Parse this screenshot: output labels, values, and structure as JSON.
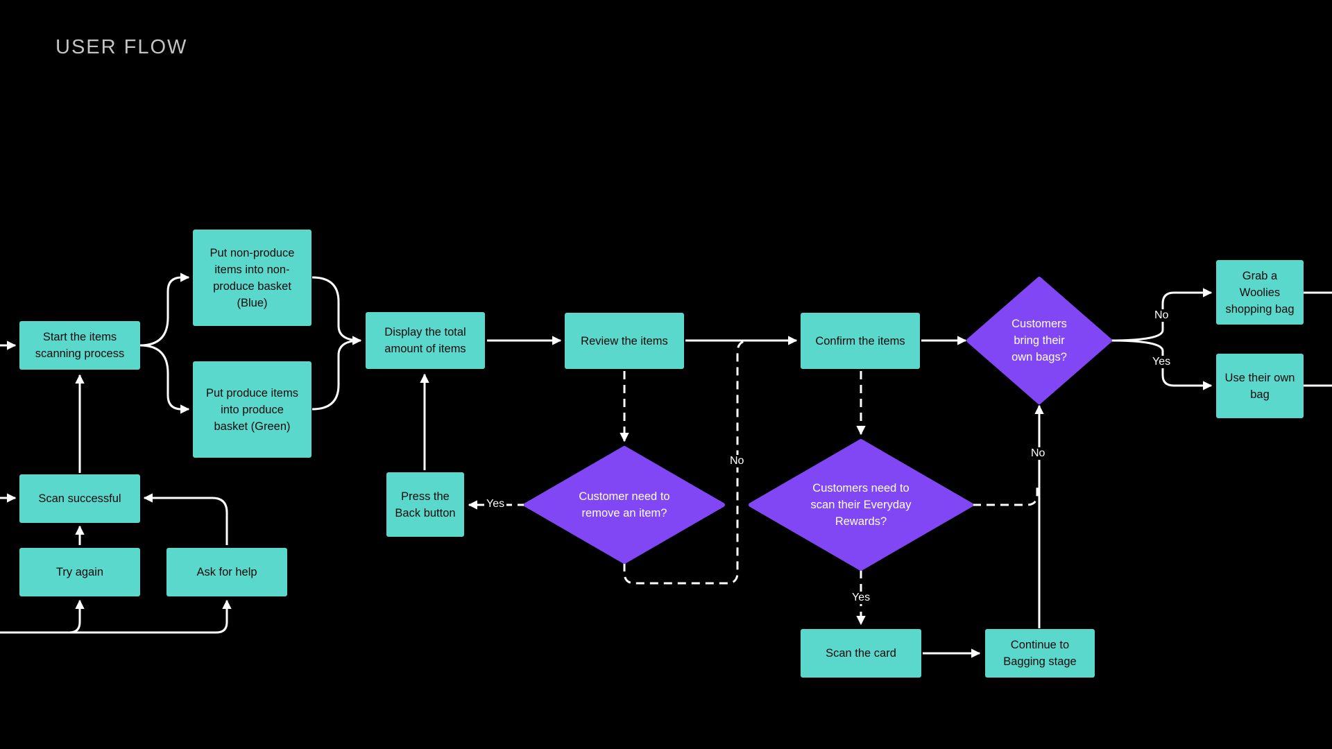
{
  "page": {
    "title": "USER FLOW"
  },
  "colors": {
    "process": "#5ad8cc",
    "decision": "#8247f5",
    "connector": "#ffffff",
    "background": "#000000"
  },
  "nodes": {
    "start_scanning": "Start the items scanning process",
    "scan_successful": "Scan successful",
    "try_again": "Try again",
    "ask_for_help": "Ask for help",
    "non_produce_basket": "Put non-produce items into non-produce basket (Blue)",
    "produce_basket": "Put produce items into produce basket (Green)",
    "display_total": "Display the total amount of items",
    "press_back": "Press the Back button",
    "review_items": "Review the items",
    "confirm_items": "Confirm the items",
    "scan_card": "Scan the card",
    "continue_bagging": "Continue to Bagging stage",
    "grab_bag": "Grab a Woolies shopping bag",
    "use_own_bag": "Use their own bag"
  },
  "decisions": {
    "remove_item": "Customer need to remove an item?",
    "everyday_rewards": "Customers need to scan their Everyday Rewards?",
    "own_bags": "Customers bring their own bags?"
  },
  "edge_labels": {
    "remove_yes": "Yes",
    "remove_no": "No",
    "rewards_yes": "Yes",
    "rewards_no": "No",
    "bags_no": "No",
    "bags_yes": "Yes"
  }
}
